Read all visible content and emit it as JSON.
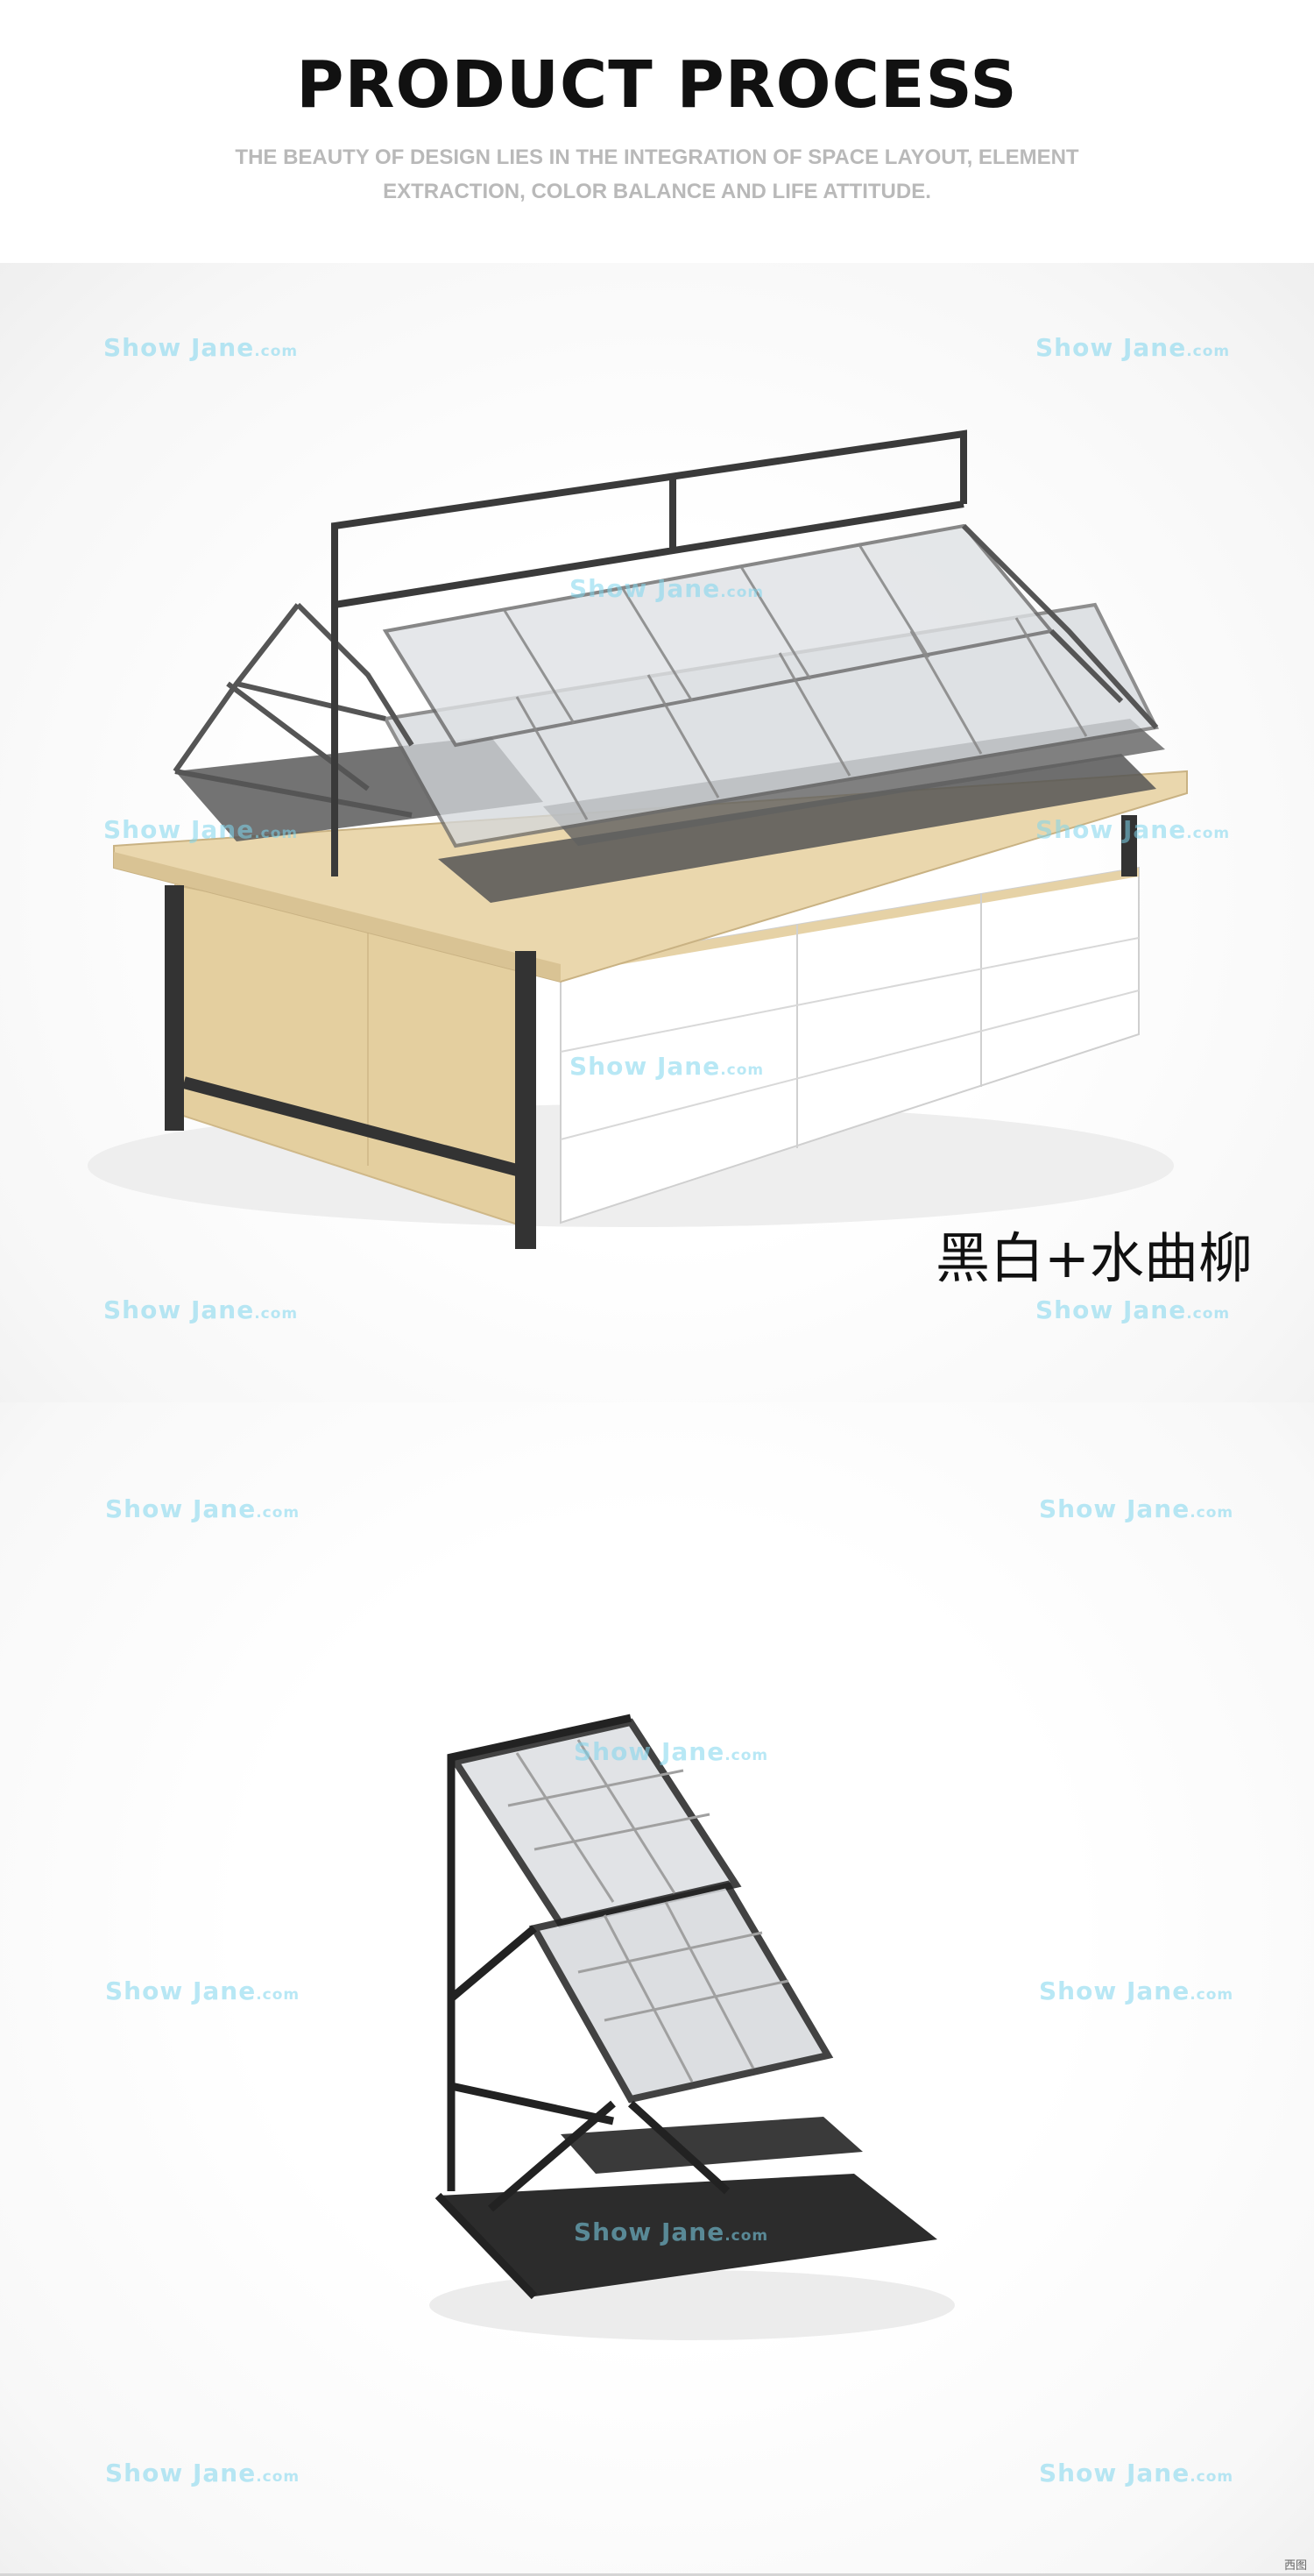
{
  "header": {
    "title": "PRODUCT PROCESS",
    "subtitle": "THE BEAUTY OF DESIGN LIES IN THE INTEGRATION OF SPACE LAYOUT, ELEMENT EXTRACTION, COLOR BALANCE AND LIFE ATTITUDE."
  },
  "watermark": {
    "text": "Show Jane",
    "suffix": ".com"
  },
  "caption": "黑白+水曲柳",
  "corner_mark": "西图",
  "colors": {
    "frame": "#3a3a3a",
    "wood": "#e6d2a6",
    "cabinet": "#ffffff",
    "glass": "#d9dcdf",
    "watermark": "#7fd6ee"
  }
}
